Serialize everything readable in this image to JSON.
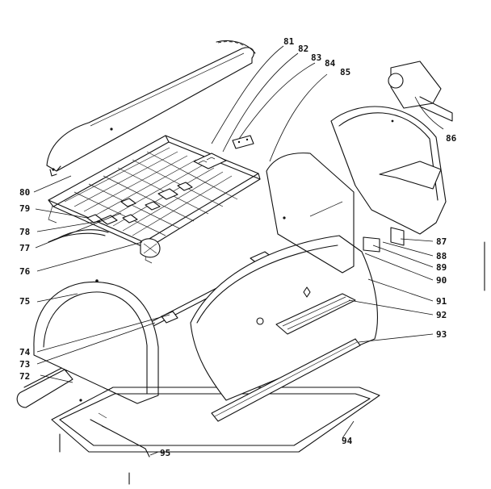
{
  "diagram": {
    "labels": [
      {
        "id": "81",
        "text": "81"
      },
      {
        "id": "82",
        "text": "82"
      },
      {
        "id": "83",
        "text": "83"
      },
      {
        "id": "84",
        "text": "84"
      },
      {
        "id": "85",
        "text": "85"
      },
      {
        "id": "86",
        "text": "86"
      },
      {
        "id": "80",
        "text": "80"
      },
      {
        "id": "79",
        "text": "79"
      },
      {
        "id": "78",
        "text": "78"
      },
      {
        "id": "77",
        "text": "77"
      },
      {
        "id": "76",
        "text": "76"
      },
      {
        "id": "75",
        "text": "75"
      },
      {
        "id": "74",
        "text": "74"
      },
      {
        "id": "73",
        "text": "73"
      },
      {
        "id": "72",
        "text": "72"
      },
      {
        "id": "87",
        "text": "87"
      },
      {
        "id": "88",
        "text": "88"
      },
      {
        "id": "89",
        "text": "89"
      },
      {
        "id": "90",
        "text": "90"
      },
      {
        "id": "91",
        "text": "91"
      },
      {
        "id": "92",
        "text": "92"
      },
      {
        "id": "93",
        "text": "93"
      },
      {
        "id": "94",
        "text": "94"
      },
      {
        "id": "95",
        "text": "95"
      }
    ]
  }
}
